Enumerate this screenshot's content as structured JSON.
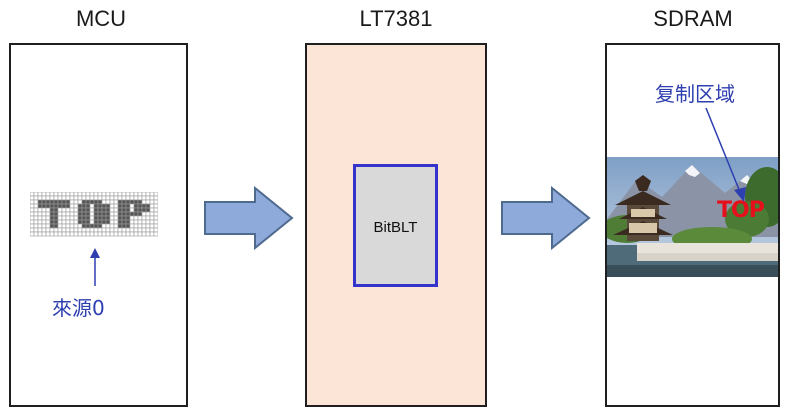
{
  "columns": {
    "mcu_title": "MCU",
    "lt_title": "LT7381",
    "sdram_title": "SDRAM"
  },
  "bitblt_label": "BitBLT",
  "source_label": "來源0",
  "copy_region_label": "复制区域",
  "pixel_text": "TOP",
  "colors": {
    "box_border": "#1f1f1f",
    "lt_fill": "#fce4d6",
    "bitblt_fill": "#d9d9d9",
    "bitblt_border": "#3434cc",
    "arrow_fill": "#8eaadb",
    "arrow_stroke": "#4f6a8f",
    "label_blue": "#2e3fb0",
    "top_red": "#e5101c"
  }
}
